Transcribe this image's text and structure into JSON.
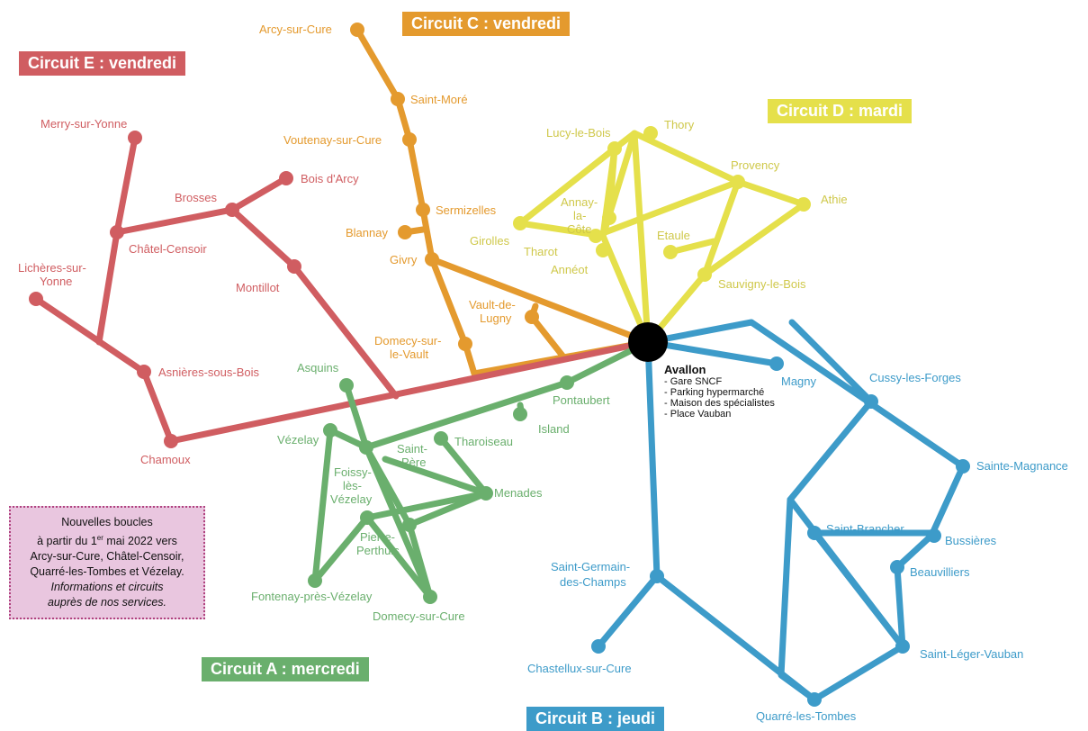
{
  "colors": {
    "circuit_a": "#6aaf6d",
    "circuit_b": "#3d9bc9",
    "circuit_c": "#e49a2e",
    "circuit_d": "#e5e04b",
    "circuit_e": "#d05d61",
    "hub": "#000000",
    "info_bg": "#e9c6df",
    "info_border": "#b0427f"
  },
  "circuits": {
    "a": "Circuit A : mercredi",
    "b": "Circuit B : jeudi",
    "c": "Circuit C : vendredi",
    "d": "Circuit D : mardi",
    "e": "Circuit E : vendredi"
  },
  "hub": {
    "name": "Avallon",
    "stops": [
      "Gare SNCF",
      "Parking hypermarché",
      "Maison des spécialistes",
      "Place Vauban"
    ]
  },
  "info_box": {
    "line1": "Nouvelles boucles",
    "line2_pre": "à partir du 1",
    "line2_sup": "er",
    "line2_post": " mai 2022 vers",
    "line3": "Arcy-sur-Cure, Châtel-Censoir,",
    "line4": "Quarré-les-Tombes et Vézelay.",
    "line5": "Informations et circuits",
    "line6": "auprès de nos services."
  },
  "places": {
    "e": {
      "merry": "Merry-sur-Yonne",
      "bois_darcy": "Bois d'Arcy",
      "brosses": "Brosses",
      "chatel": "Châtel-Censoir",
      "licheres": [
        "Lichères-sur-",
        "Yonne"
      ],
      "montillot": "Montillot",
      "asnieres": "Asnières-sous-Bois",
      "chamoux": "Chamoux"
    },
    "c": {
      "arcy": "Arcy-sur-Cure",
      "saint_more": "Saint-Moré",
      "voutenay": "Voutenay-sur-Cure",
      "sermizelles": "Sermizelles",
      "blannay": "Blannay",
      "givry": "Givry",
      "vault": [
        "Vault-de-",
        "Lugny"
      ],
      "domecy_vault": [
        "Domecy-sur-",
        "le-Vault"
      ]
    },
    "d": {
      "lucy": "Lucy-le-Bois",
      "thory": "Thory",
      "provency": "Provency",
      "athie": "Athie",
      "annay": [
        "Annay-",
        "la-",
        "Côte"
      ],
      "girolles": "Girolles",
      "tharot": "Tharot",
      "anneot": "Annéot",
      "etaule": "Etaule",
      "sauvigny": "Sauvigny-le-Bois"
    },
    "a": {
      "asquins": "Asquins",
      "pontaubert": "Pontaubert",
      "island": "Island",
      "vezelay": "Vézelay",
      "saint_pere": [
        "Saint-",
        "Père"
      ],
      "tharoiseau": "Tharoiseau",
      "foissy": [
        "Foissy-",
        "lès-",
        "Vézelay"
      ],
      "menades": "Menades",
      "pierre_perthuis": [
        "Pierre-",
        "Perthuis"
      ],
      "fontenay": "Fontenay-près-Vézelay",
      "domecy_cure": "Domecy-sur-Cure"
    },
    "b": {
      "magny": "Magny",
      "cussy": "Cussy-les-Forges",
      "sainte_magnance": "Sainte-Magnance",
      "saint_brancher": "Saint-Brancher",
      "bussieres": "Bussières",
      "beauvilliers": "Beauvilliers",
      "saint_germain": [
        "Saint-Germain-",
        "des-Champs"
      ],
      "chastellux": "Chastellux-sur-Cure",
      "saint_leger": "Saint-Léger-Vauban",
      "quarre": "Quarré-les-Tombes"
    }
  }
}
